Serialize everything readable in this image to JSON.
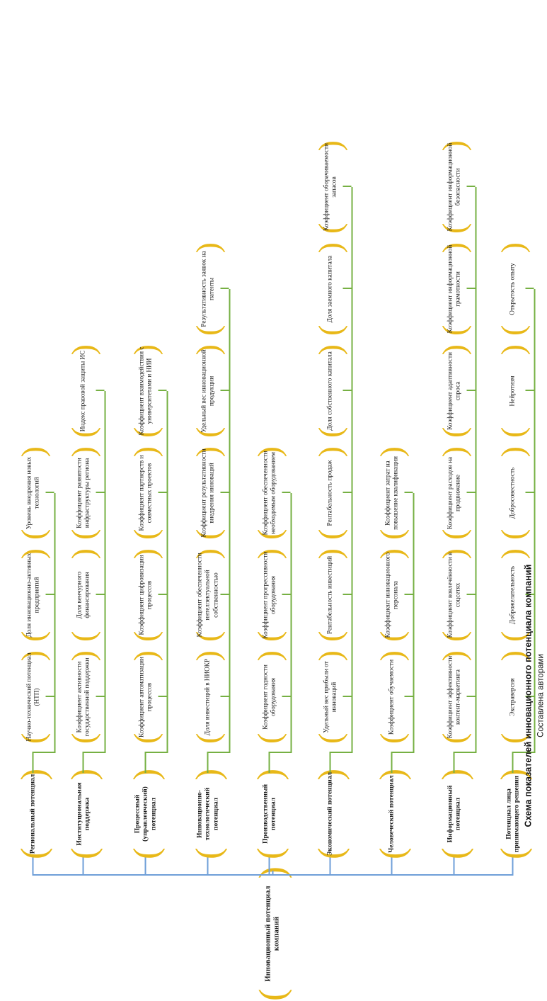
{
  "caption": {
    "title": "Схема показателей инновационного потенциала компаний",
    "subtitle": "Составлена авторами"
  },
  "colors": {
    "brace": "#e8b818",
    "branch_line": "#76b043",
    "spine_line": "#6f9fd8",
    "text": "#1a1a1a",
    "background": "#ffffff"
  },
  "diagram": {
    "type": "tree",
    "orientation": "rotated-90-ccw",
    "root": {
      "label": "Инновационный потенциал компаний"
    },
    "branches": [
      {
        "id": "decision-maker",
        "label": "Потенциал лица принимающего решения",
        "children": [
          {
            "label": "Экстраверсия"
          },
          {
            "label": "Доброжелательность"
          },
          {
            "label": "Добросовестность"
          },
          {
            "label": "Нейротизм"
          },
          {
            "label": "Открытость опыту"
          }
        ]
      },
      {
        "id": "information",
        "label": "Информационный потенциал",
        "children": [
          {
            "label": "Коэффициент эффективности контент-маркетинга"
          },
          {
            "label": "Коэффициент вовлечённости в соцсетях"
          },
          {
            "label": "Коэффициент расходов на продвижение"
          },
          {
            "label": "Коэффициент адаптивности спроса"
          },
          {
            "label": "Коэффициент информационной грамотности"
          },
          {
            "label": "Коэффициент информационной безопасности"
          }
        ]
      },
      {
        "id": "human",
        "label": "Человеческий потенциал",
        "children": [
          {
            "label": "Коэффициент обучаемости"
          },
          {
            "label": "Коэффициент инновационного персонала"
          },
          {
            "label": "Коэффициент затрат на повышение квалификации"
          }
        ]
      },
      {
        "id": "economic",
        "label": "Экономический потенциал",
        "children": [
          {
            "label": "Удельный вес прибыли от инноваций"
          },
          {
            "label": "Рентабельность инвестиций"
          },
          {
            "label": "Рентабельность продаж"
          },
          {
            "label": "Доля собственного капитала"
          },
          {
            "label": "Доля заемного капитала"
          },
          {
            "label": "Коэффициент оборачиваемости запасов"
          }
        ]
      },
      {
        "id": "production",
        "label": "Производственный потенциал",
        "children": [
          {
            "label": "Коэффициент годности оборудования"
          },
          {
            "label": "Коэффициент прогрессивности оборудования"
          },
          {
            "label": "Коэффициент обеспеченности необходимым оборудованием"
          }
        ]
      },
      {
        "id": "innovation-tech",
        "label": "Инновационно-технологический потенциал",
        "children": [
          {
            "label": "Доля инвестиций в НИОКР"
          },
          {
            "label": "Коэффициент обеспеченности интеллектуальной собственностью"
          },
          {
            "label": "Коэффициент результативности внедрения инноваций"
          },
          {
            "label": "Удельный вес инновационной продукции"
          },
          {
            "label": "Результативность заявок на патенты"
          }
        ]
      },
      {
        "id": "process",
        "label": "Процессный (управленческий) потенциал",
        "children": [
          {
            "label": "Коэффициент автоматизации процессов"
          },
          {
            "label": "Коэффициент цифровизации процессов"
          },
          {
            "label": "Коэффициент партнерств и совместных проектов"
          },
          {
            "label": "Коэффициент взаимодействия с университетами и НИИ"
          }
        ]
      },
      {
        "id": "institutional",
        "label": "Институциональная поддержка",
        "children": [
          {
            "label": "Коэффициент активности государственной поддержки"
          },
          {
            "label": "Доля венчурного финансирования"
          },
          {
            "label": "Коэффициент развитости инфраструктуры региона"
          },
          {
            "label": "Индекс правовой защиты ИС"
          }
        ]
      },
      {
        "id": "regional",
        "label": "Региональный потенциал",
        "children": [
          {
            "label": "Научно-технический потенциал (НТП)"
          },
          {
            "label": "Доля инновационно-активных предприятий"
          },
          {
            "label": "Уровень внедрения новых технологий"
          }
        ]
      }
    ]
  }
}
